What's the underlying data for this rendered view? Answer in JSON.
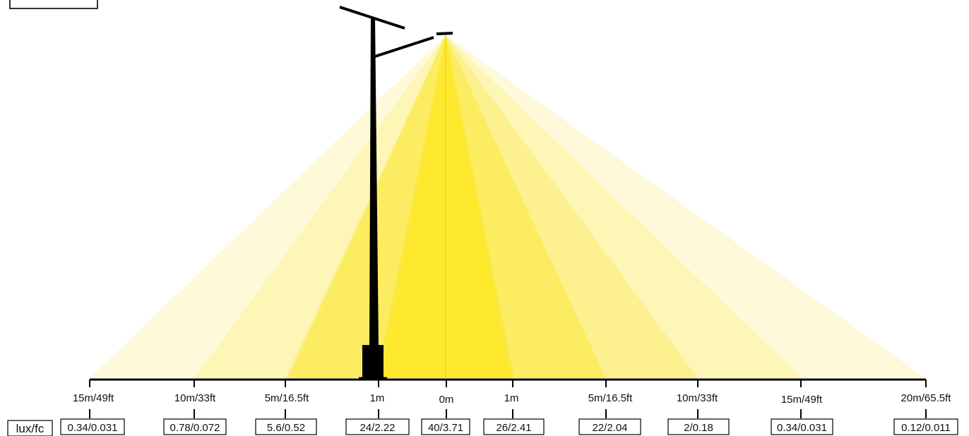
{
  "legend_label": "lux/fc",
  "colors": {
    "beam_levels": [
      "#fefad9",
      "#fdf6b7",
      "#fcf18e",
      "#fbec62",
      "#fbe83e",
      "#fde82e"
    ],
    "pole": "#000000",
    "axis": "#000000"
  },
  "distance_labels": [
    "15m/49ft",
    "10m/33ft",
    "5m/16.5ft",
    "1m",
    "0m",
    "1m",
    "5m/16.5ft",
    "10m/33ft",
    "15m/49ft",
    "20m/65.5ft"
  ],
  "measurements": [
    "0.34/0.031",
    "0.78/0.072",
    "5.6/0.52",
    "24/2.22",
    "40/3.71",
    "26/2.41",
    "22/2.04",
    "2/0.18",
    "0.34/0.031",
    "0.12/0.011"
  ]
}
